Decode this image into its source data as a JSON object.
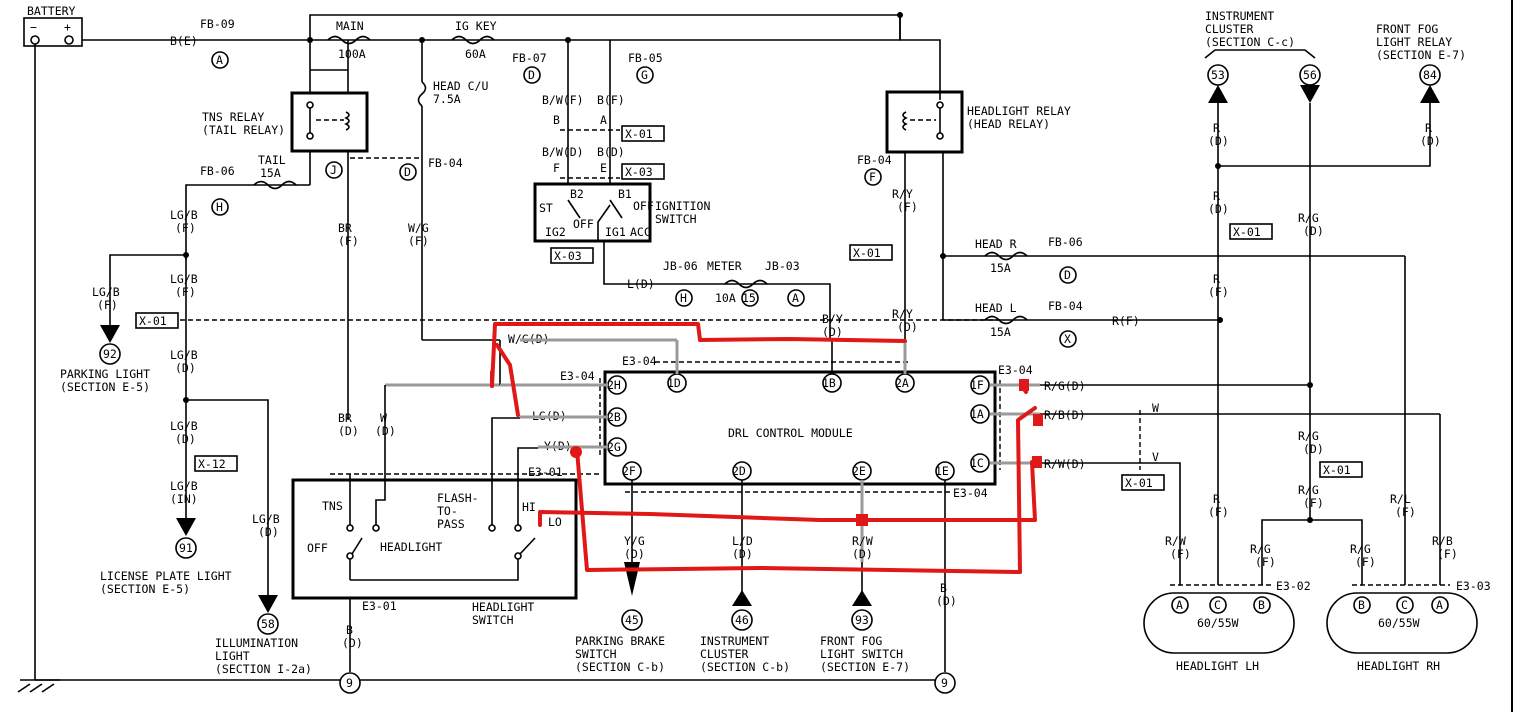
{
  "battery": {
    "label": "BATTERY",
    "neg": "−",
    "pos": "+"
  },
  "wires": {
    "be": "B(E)",
    "lgb_f": "LG/B",
    "lgb_f_sub": "(F)",
    "lgb_d": "LG/B",
    "lgb_d_sub": "(D)",
    "lgb_in": "LG/B",
    "lgb_in_sub": "(IN)",
    "lgb_d2": "LG/B",
    "lgb_d2_sub": "(D)",
    "br_f": "BR",
    "br_f_sub": "(F)",
    "wg_f": "W/G",
    "wg_f_sub": "(F)",
    "br_d": "BR",
    "br_d_sub": "(D)",
    "w_d": "W",
    "w_d_sub": "(D)",
    "bwf": "B/W(F)",
    "bf": "B(F)",
    "b": "B",
    "a": "A",
    "bwd": "B/W(D)",
    "bd": "B(D)",
    "f": "F",
    "e": "E",
    "ld": "L(D)",
    "by": "B/Y",
    "by_sub": "(D)",
    "ry_f": "R/Y",
    "ry_f_sub": "(F)",
    "ry_d": "R/Y",
    "ry_d_sub": "(D)",
    "wg_d": "W/G(D)",
    "lg_d": "LG(D)",
    "y_d": "Y(D)",
    "yg_d": "Y/G",
    "yg_d_sub": "(D)",
    "l_d": "L/D",
    "l_d_sub": "(D)",
    "rw_d": "R/W",
    "rw_d_sub": "(D)",
    "b_d": "B",
    "b_d_sub": "(D)",
    "b_d2": "B",
    "b_d2_sub": "(D)",
    "rg_d": "R/G(D)",
    "rb_d": "R/B(D)",
    "rw_d2": "R/W(D)",
    "w": "W",
    "v": "V",
    "rf": "R(F)",
    "r_d": "R",
    "r_d_sub": "(D)",
    "r_d2": "R",
    "r_d2_sub": "(D)",
    "r_d3": "R",
    "r_d3_sub": "(D)",
    "r_f2": "R",
    "r_f2_sub": "(F)",
    "r_f3": "R",
    "r_f3_sub": "(F)",
    "rg_d2": "R/G",
    "rg_d2_sub": "(D)",
    "rg_d3": "R/G",
    "rg_d3_sub": "(D)",
    "rg_f": "R/G",
    "rg_f_sub": "(F)",
    "rg_f2": "R/G",
    "rg_f2_sub": "(F)",
    "rg_f3": "R/G",
    "rg_f3_sub": "(F)",
    "rw_f": "R/W",
    "rw_f_sub": "(F)",
    "rl_f": "R/L",
    "rl_f_sub": "(F)",
    "rb_f": "R/B",
    "rb_f_sub": "(F)"
  },
  "fuses": {
    "main": "MAIN",
    "main_a": "100A",
    "igkey": "IG KEY",
    "igkey_a": "60A",
    "headcu": "HEAD C/U",
    "headcu_a": "7.5A",
    "tail": "TAIL",
    "tail_a": "15A",
    "meter": "METER",
    "meter_a": "10A",
    "headr": "HEAD R",
    "headr_a": "15A",
    "headl": "HEAD L",
    "headl_a": "15A"
  },
  "connectors": {
    "fb09": "FB-09",
    "fb07": "FB-07",
    "fb05": "FB-05",
    "fb06": "FB-06",
    "fb04": "FB-04",
    "fb04b": "FB-04",
    "fb06b": "FB-06",
    "fb04c": "FB-04",
    "jb06": "JB-06",
    "jb03": "JB-03",
    "e304a": "E3-04",
    "e304b": "E3-04",
    "e304c": "E3-04",
    "e304d": "E3-04",
    "e301a": "E3-01",
    "e301b": "E3-01",
    "e302": "E3-02",
    "e303": "E3-03"
  },
  "xboxes": {
    "x01a": "X-01",
    "x03a": "X-03",
    "x03b": "X-03",
    "x01b": "X-01",
    "x01c": "X-01",
    "x01d": "X-01",
    "x12": "X-12",
    "x01e": "X-01",
    "x01f": "X-01"
  },
  "letters": {
    "A": "A",
    "D": "D",
    "G": "G",
    "J": "J",
    "D2": "D",
    "H": "H",
    "F": "F",
    "H2": "H",
    "n15": "15",
    "A2": "A",
    "D3": "D",
    "X": "X"
  },
  "relays": {
    "tns": "TNS RELAY",
    "tns_sub": "(TAIL RELAY)",
    "head": "HEADLIGHT RELAY",
    "head_sub": "(HEAD RELAY)"
  },
  "ignition": {
    "label": "IGNITION",
    "label2": "SWITCH",
    "st": "ST",
    "b2": "B2",
    "b1": "B1",
    "off": "OFF",
    "off2": "OFF",
    "ig2": "IG2",
    "ig1": "IG1",
    "acc": "ACC"
  },
  "drl": {
    "title": "DRL CONTROL MODULE",
    "pins": [
      "2H",
      "2B",
      "2G",
      "1D",
      "1B",
      "2A",
      "1F",
      "1A",
      "1C",
      "2F",
      "2D",
      "2E",
      "1E"
    ]
  },
  "headlight_switch": {
    "tns": "TNS",
    "off": "OFF",
    "headlight": "HEADLIGHT",
    "flash": "FLASH-",
    "to": "TO-",
    "pass": "PASS",
    "hi": "HI",
    "lo": "LO",
    "title": "HEADLIGHT",
    "title2": "SWITCH"
  },
  "components": {
    "parking_light": "PARKING LIGHT",
    "parking_light_sec": "(SECTION E-5)",
    "license": "LICENSE PLATE LIGHT",
    "license_sec": "(SECTION E-5)",
    "illum": "ILLUMINATION",
    "illum2": "LIGHT",
    "illum_sec": "(SECTION I-2a)",
    "pbrake": "PARKING BRAKE",
    "pbrake2": "SWITCH",
    "pbrake_sec": "(SECTION C-b)",
    "icluster": "INSTRUMENT",
    "icluster2": "CLUSTER",
    "icluster_sec": "(SECTION C-b)",
    "ffog": "FRONT FOG",
    "ffog2": "LIGHT SWITCH",
    "ffog_sec": "(SECTION E-7)",
    "ic_top": "INSTRUMENT",
    "ic_top2": "CLUSTER",
    "ic_top_sec": "(SECTION C-c)",
    "ffr": "FRONT FOG",
    "ffr2": "LIGHT RELAY",
    "ffr_sec": "(SECTION E-7)",
    "hl_lh": "HEADLIGHT LH",
    "hl_rh": "HEADLIGHT RH",
    "watt": "60/55W",
    "watt2": "60/55W"
  },
  "nodes": {
    "n92": "92",
    "n91": "91",
    "n58": "58",
    "n45": "45",
    "n46": "46",
    "n93": "93",
    "n53": "53",
    "n56": "56",
    "n84": "84",
    "g1": "9",
    "g2": "9"
  },
  "hl_pins": {
    "lh": [
      "A",
      "C",
      "B"
    ],
    "rh": [
      "B",
      "C",
      "A"
    ]
  }
}
